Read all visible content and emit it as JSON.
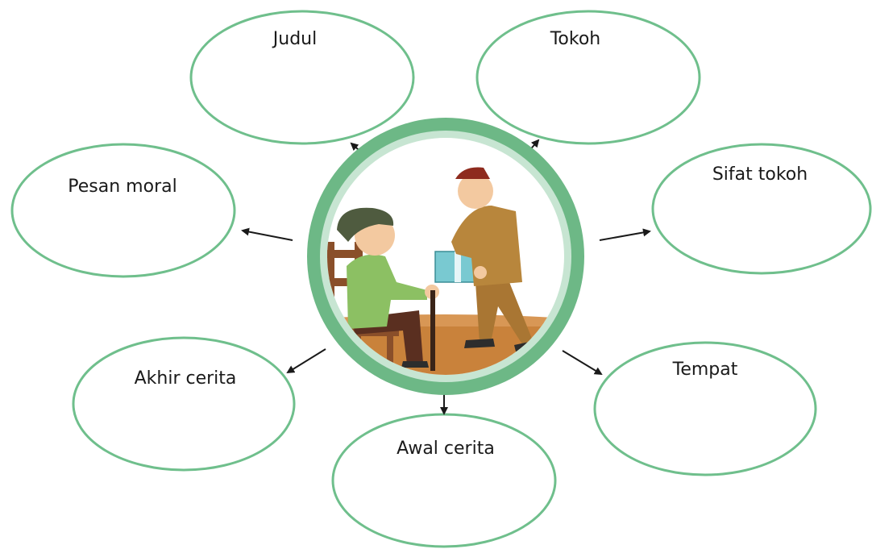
{
  "colors": {
    "ring_outer": "#6db886",
    "ring_inner": "#c7e5d2",
    "bubble_stroke": "#6fbf8c",
    "arrow": "#1a1a1a",
    "floor": "#c9823b",
    "chair": "#8a4f2a",
    "old_man_shirt": "#8cc063",
    "old_man_pants": "#5a2f20",
    "hat": "#4f5b3f",
    "uniform": "#b8863c",
    "box": "#79c9d1",
    "skin": "#f3c9a0",
    "cap": "#8e2b1e"
  },
  "center_image": {
    "icon": "elderly-man-receiving-gift-illustration"
  },
  "bubbles": [
    {
      "id": "judul",
      "label": "Judul"
    },
    {
      "id": "tokoh",
      "label": "Tokoh"
    },
    {
      "id": "pesan-moral",
      "label": "Pesan moral"
    },
    {
      "id": "sifat-tokoh",
      "label": "Sifat tokoh"
    },
    {
      "id": "akhir-cerita",
      "label": "Akhir cerita"
    },
    {
      "id": "tempat",
      "label": "Tempat"
    },
    {
      "id": "awal-cerita",
      "label": "Awal cerita"
    }
  ]
}
